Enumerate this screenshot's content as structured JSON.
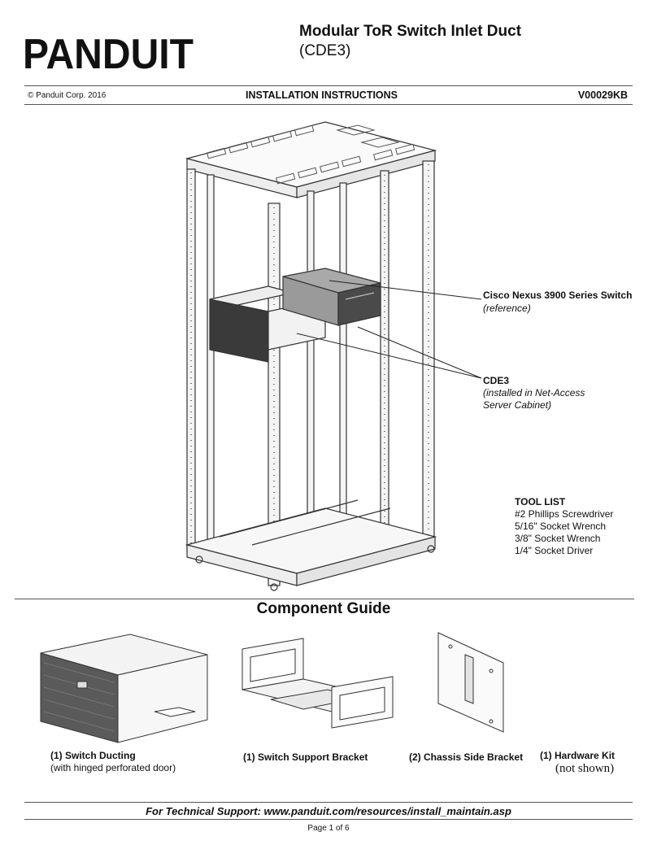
{
  "header": {
    "brand": "PANDUIT",
    "title": "Modular ToR Switch Inlet Duct",
    "subtitle": "(CDE3)",
    "copyright": "© Panduit Corp. 2016",
    "doc_type": "INSTALLATION INSTRUCTIONS",
    "doc_number": "V00029KB"
  },
  "callouts": [
    {
      "title": "Cisco Nexus 3900 Series Switch",
      "note_lines": [
        "(reference)"
      ]
    },
    {
      "title": "CDE3",
      "note_lines": [
        "(installed in Net-Access",
        "Server Cabinet)"
      ]
    }
  ],
  "tool_list": {
    "title": "TOOL LIST",
    "items": [
      "#2 Phillips Screwdriver",
      "5/16\" Socket Wrench",
      "3/8\" Socket Wrench",
      "1/4\" Socket Driver"
    ]
  },
  "component_guide": {
    "title": "Component Guide",
    "components": [
      {
        "label": "(1) Switch Ducting",
        "note": "(with hinged perforated door)"
      },
      {
        "label": "(1) Switch Support Bracket",
        "note": ""
      },
      {
        "label": "(2) Chassis Side Bracket",
        "note": ""
      },
      {
        "label": "(1) Hardware Kit",
        "note": "(not shown)"
      }
    ]
  },
  "footer": {
    "support": "For Technical Support: www.panduit.com/resources/install_maintain.asp",
    "page": "Page 1 of 6"
  }
}
